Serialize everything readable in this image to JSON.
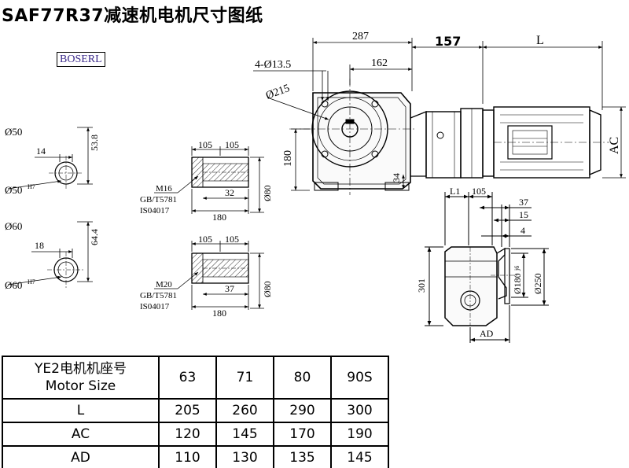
{
  "title": "SAF77R37减速机电机尺寸图纸",
  "logo": "BOSERL",
  "dims": {
    "d287": "287",
    "d162": "162",
    "hole": "4-Ø13.5",
    "d157": "157",
    "L": "L",
    "d215": "Ø215",
    "d180v": "180",
    "d34": "34",
    "AC": "AC",
    "shaft1_dia": "Ø50",
    "shaft1_14": "14",
    "shaft1_538": "53.8",
    "shaft1_bore": "Ø50",
    "shaft1_tol": "H7",
    "shaft2_dia": "Ø60",
    "shaft2_18": "18",
    "shaft2_644": "64.4",
    "shaft2_bore": "Ø60",
    "shaft2_tol": "H7",
    "s1_105a": "105",
    "s1_105b": "105",
    "s1_thread": "M16",
    "s1_std1": "GB/T5781",
    "s1_std2": "IS04017",
    "s1_32": "32",
    "s1_180": "180",
    "s1_80": "Ø80",
    "s2_105a": "105",
    "s2_105b": "105",
    "s2_thread": "M20",
    "s2_std1": "GB/T5781",
    "s2_std2": "IS04017",
    "s2_37": "37",
    "s2_180": "180",
    "s2_80": "Ø80",
    "f_L1": "L1",
    "f_105": "105",
    "f_37": "37",
    "f_15": "15",
    "f_4": "4",
    "f_301": "301",
    "f_180": "Ø180",
    "f_180tol": "j6",
    "f_250": "Ø250",
    "f_AD": "AD"
  },
  "table": {
    "header_cn": "YE2电机机座号",
    "header_en": "Motor Size",
    "sizes": [
      "63",
      "71",
      "80",
      "90S"
    ],
    "rows": [
      {
        "label": "L",
        "values": [
          "205",
          "260",
          "290",
          "300"
        ]
      },
      {
        "label": "AC",
        "values": [
          "120",
          "145",
          "170",
          "190"
        ]
      },
      {
        "label": "AD",
        "values": [
          "110",
          "130",
          "135",
          "145"
        ]
      }
    ]
  }
}
